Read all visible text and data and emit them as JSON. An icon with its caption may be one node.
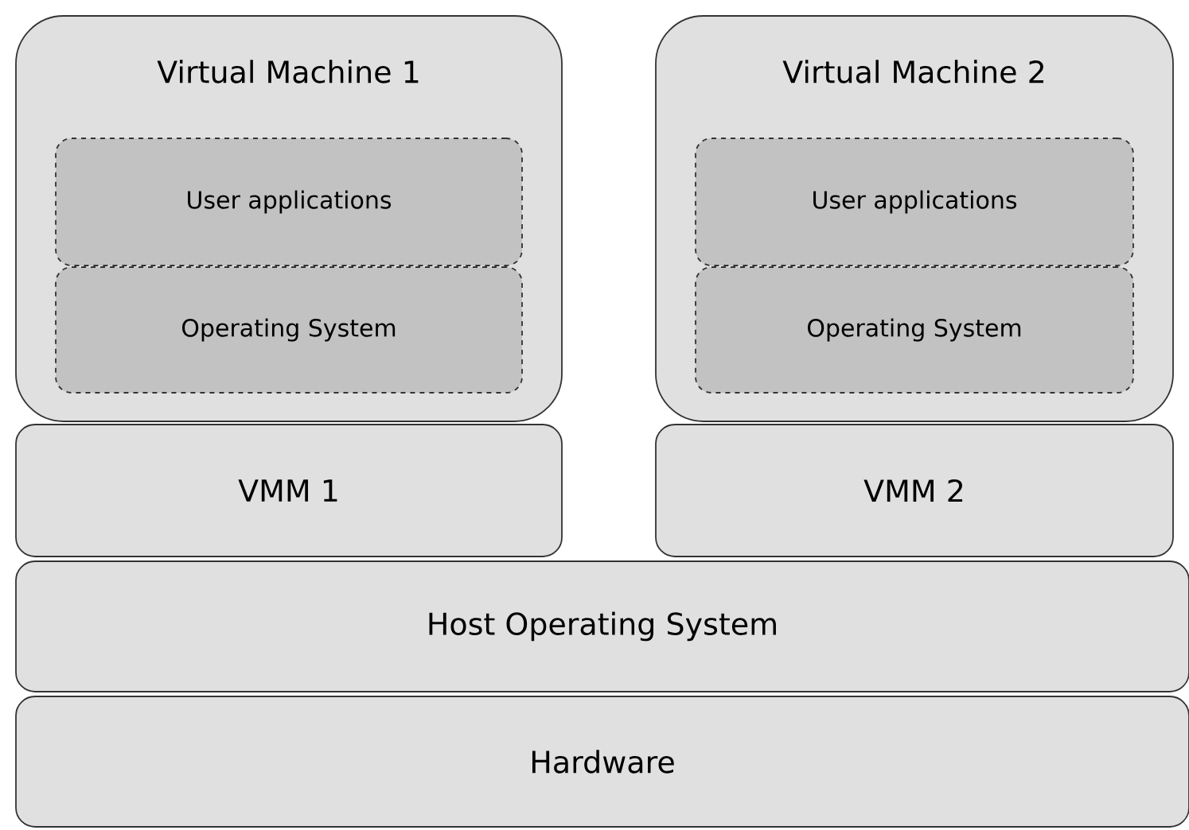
{
  "diagram": {
    "nodes": [
      {
        "text": [
          "Virtual Machine 1"
        ]
      },
      {
        "text": [
          "User applications"
        ],
        "in": 0
      },
      {
        "text": [
          "Operating System"
        ],
        "in": 0
      },
      {
        "text": [
          "Virtual Machine 2"
        ]
      },
      {
        "text": [
          "User applications"
        ],
        "in": 3
      },
      {
        "text": [
          "Operating System"
        ],
        "in": 3
      },
      {
        "text": [
          "VMM 1"
        ]
      },
      {
        "text": [
          "VMM 2"
        ]
      },
      {
        "text": [
          "Host Operating System"
        ]
      },
      {
        "text": [
          "Hardware"
        ]
      }
    ]
  }
}
